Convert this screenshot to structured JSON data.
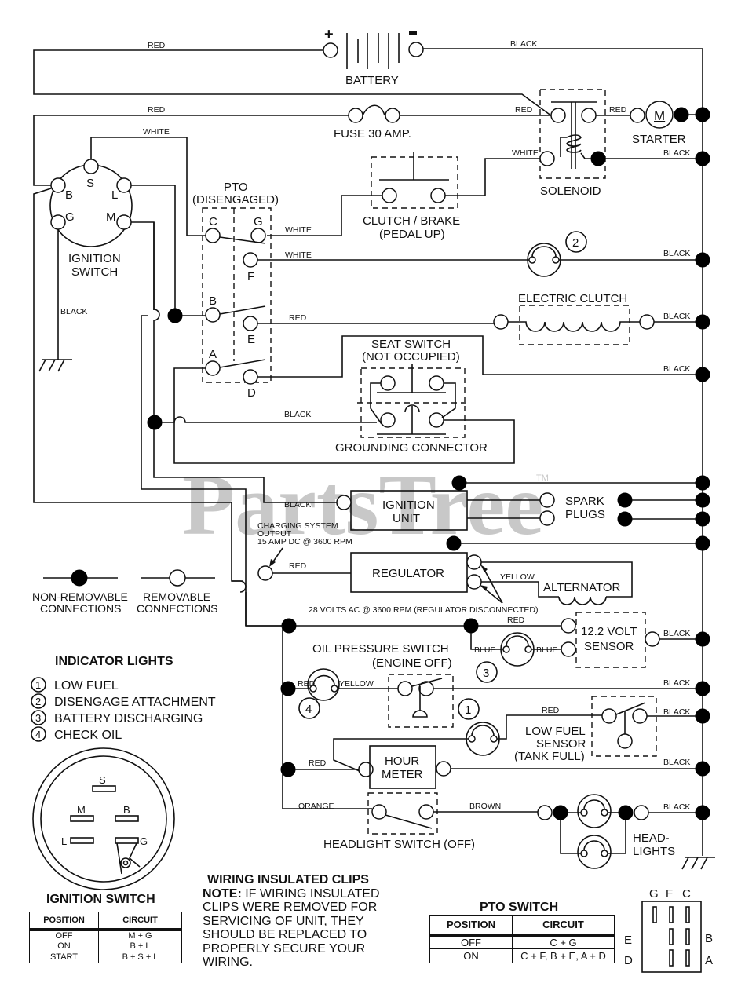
{
  "watermark": {
    "text": "PartsTree",
    "trademark": "TM"
  },
  "battery": {
    "label": "BATTERY",
    "positive": "+",
    "negative": "−"
  },
  "wire_colors": {
    "battery_pos": "RED",
    "battery_neg": "BLACK",
    "fuse_in": "RED",
    "fuse_out": "RED",
    "ign_s": "WHITE",
    "starter_feed": "RED",
    "solenoid_coil": "WHITE",
    "solenoid_ground": "BLACK",
    "pto_g": "WHITE",
    "pto_f": "WHITE",
    "lamp2_ground": "BLACK",
    "ign_ground": "BLACK",
    "pto_e": "RED",
    "clutch_ground": "BLACK",
    "seat_ground": "BLACK",
    "grounding_black": "BLACK",
    "ignition_unit": "BLACK",
    "charging": "RED",
    "alternator": "YELLOW",
    "volt_sensor_red": "RED",
    "blue_left": "BLUE",
    "blue_right": "BLUE",
    "volt_sensor_ground": "BLACK",
    "oil_red": "RED",
    "oil_yellow": "YELLOW",
    "oil_ground": "BLACK",
    "fuel_red": "RED",
    "fuel_ground": "BLACK",
    "hour_red": "RED",
    "hour_ground": "BLACK",
    "headlight_orange": "ORANGE",
    "headlight_brown": "BROWN",
    "headlight_ground": "BLACK"
  },
  "components": {
    "fuse": "FUSE 30 AMP.",
    "solenoid": "SOLENOID",
    "starter": "STARTER",
    "starter_symbol": "M",
    "ignition_switch": [
      "IGNITION",
      "SWITCH"
    ],
    "ignition_terminals": {
      "S": "S",
      "B": "B",
      "L": "L",
      "G": "G",
      "M": "M"
    },
    "pto": [
      "PTO",
      "(DISENGAGED)"
    ],
    "pto_terminals": {
      "C": "C",
      "G": "G",
      "F": "F",
      "B": "B",
      "E": "E",
      "A": "A",
      "D": "D"
    },
    "clutch_brake": [
      "CLUTCH / BRAKE",
      "(PEDAL UP)"
    ],
    "electric_clutch": "ELECTRIC CLUTCH",
    "seat_switch": [
      "SEAT SWITCH",
      "(NOT OCCUPIED)"
    ],
    "grounding_connector": "GROUNDING CONNECTOR",
    "ignition_unit": [
      "IGNITION",
      "UNIT"
    ],
    "spark_plugs": [
      "SPARK",
      "PLUGS"
    ],
    "charging_note": [
      "CHARGING SYSTEM",
      "OUTPUT",
      "15 AMP DC @ 3600 RPM"
    ],
    "regulator": "REGULATOR",
    "alternator": "ALTERNATOR",
    "alternator_note": "28 VOLTS AC @ 3600 RPM (REGULATOR DISCONNECTED)",
    "volt_sensor": [
      "12.2 VOLT",
      "SENSOR"
    ],
    "oil_pressure_switch": [
      "OIL PRESSURE SWITCH",
      "(ENGINE OFF)"
    ],
    "low_fuel_sensor": [
      "LOW FUEL",
      "SENSOR",
      "(TANK FULL)"
    ],
    "hour_meter": [
      "HOUR",
      "METER"
    ],
    "headlight_switch": "HEADLIGHT SWITCH (OFF)",
    "headlights": [
      "HEAD-",
      "LIGHTS"
    ],
    "lamp_numbers": {
      "low_fuel": "1",
      "disengage": "2",
      "battery": "3",
      "oil": "4"
    }
  },
  "legend": {
    "non_removable": [
      "NON-REMOVABLE",
      "CONNECTIONS"
    ],
    "removable": [
      "REMOVABLE",
      "CONNECTIONS"
    ]
  },
  "indicator_lights": {
    "title": "INDICATOR LIGHTS",
    "items": [
      {
        "num": "1",
        "label": "LOW FUEL"
      },
      {
        "num": "2",
        "label": "DISENGAGE ATTACHMENT"
      },
      {
        "num": "3",
        "label": "BATTERY DISCHARGING"
      },
      {
        "num": "4",
        "label": "CHECK OIL"
      }
    ]
  },
  "ignition_face": {
    "S": "S",
    "M": "M",
    "B": "B",
    "L": "L",
    "G": "G"
  },
  "ignition_table": {
    "title": "IGNITION SWITCH",
    "headers": [
      "POSITION",
      "CIRCUIT"
    ],
    "rows": [
      [
        "OFF",
        "M + G"
      ],
      [
        "ON",
        "B + L"
      ],
      [
        "START",
        "B + S + L"
      ]
    ]
  },
  "clips_note": {
    "title": "WIRING INSULATED CLIPS",
    "note_label": "NOTE:",
    "lines": [
      " IF WIRING INSULATED",
      "CLIPS WERE REMOVED FOR",
      "SERVICING OF UNIT, THEY",
      "SHOULD BE REPLACED TO",
      "PROPERLY SECURE YOUR",
      "WIRING."
    ]
  },
  "pto_table": {
    "title": "PTO SWITCH",
    "headers": [
      "POSITION",
      "CIRCUIT"
    ],
    "rows": [
      [
        "OFF",
        "C + G"
      ],
      [
        "ON",
        "C + F, B + E, A + D"
      ]
    ]
  },
  "pto_face": {
    "top": [
      "G",
      "F",
      "C"
    ],
    "left": [
      "E",
      "D"
    ],
    "right": [
      "B",
      "A"
    ]
  }
}
